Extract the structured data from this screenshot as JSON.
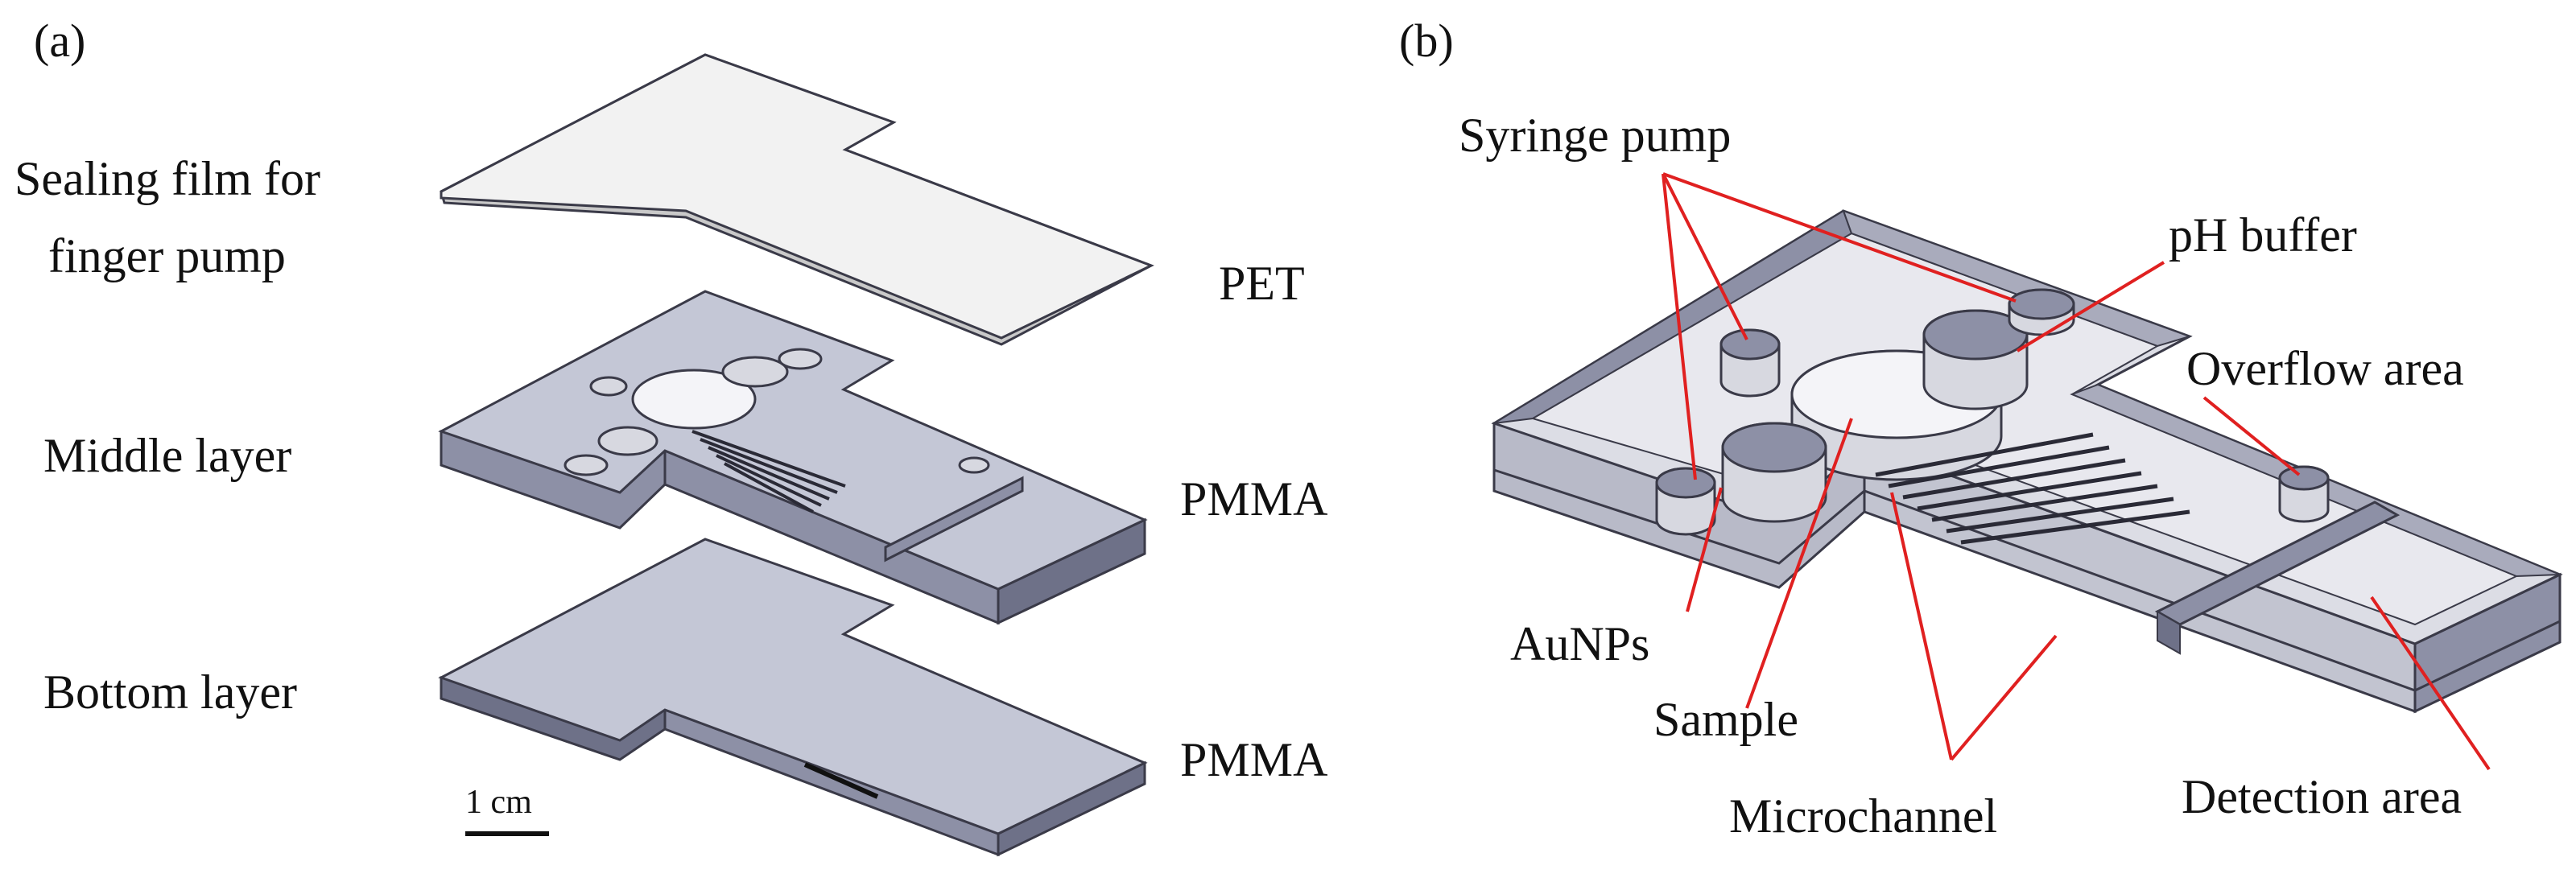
{
  "panel_a": {
    "panel_label": "(a)",
    "layers": [
      {
        "name": "Sealing film for",
        "name_line2": "finger  pump",
        "material": "PET"
      },
      {
        "name": "Middle layer",
        "material": "PMMA"
      },
      {
        "name": "Bottom layer",
        "material": "PMMA"
      }
    ],
    "scale_bar": "1 cm"
  },
  "panel_b": {
    "panel_label": "(b)",
    "callouts": {
      "syringe_pump": "Syringe  pump",
      "ph_buffer": "pH buffer",
      "overflow_area": "Overflow area",
      "aunps": "AuNPs",
      "sample": "Sample",
      "microchannel": "Microchannel",
      "detection_area": "Detection area"
    }
  },
  "colors": {
    "pet_film": "#f2f2f2",
    "pmma_top": "#c4c7d6",
    "pmma_side": "#8d90a6",
    "pmma_dark": "#6e7188",
    "well_fill": "#d7d8e0",
    "callout_line": "#e02020",
    "outline": "#3a3a48"
  }
}
